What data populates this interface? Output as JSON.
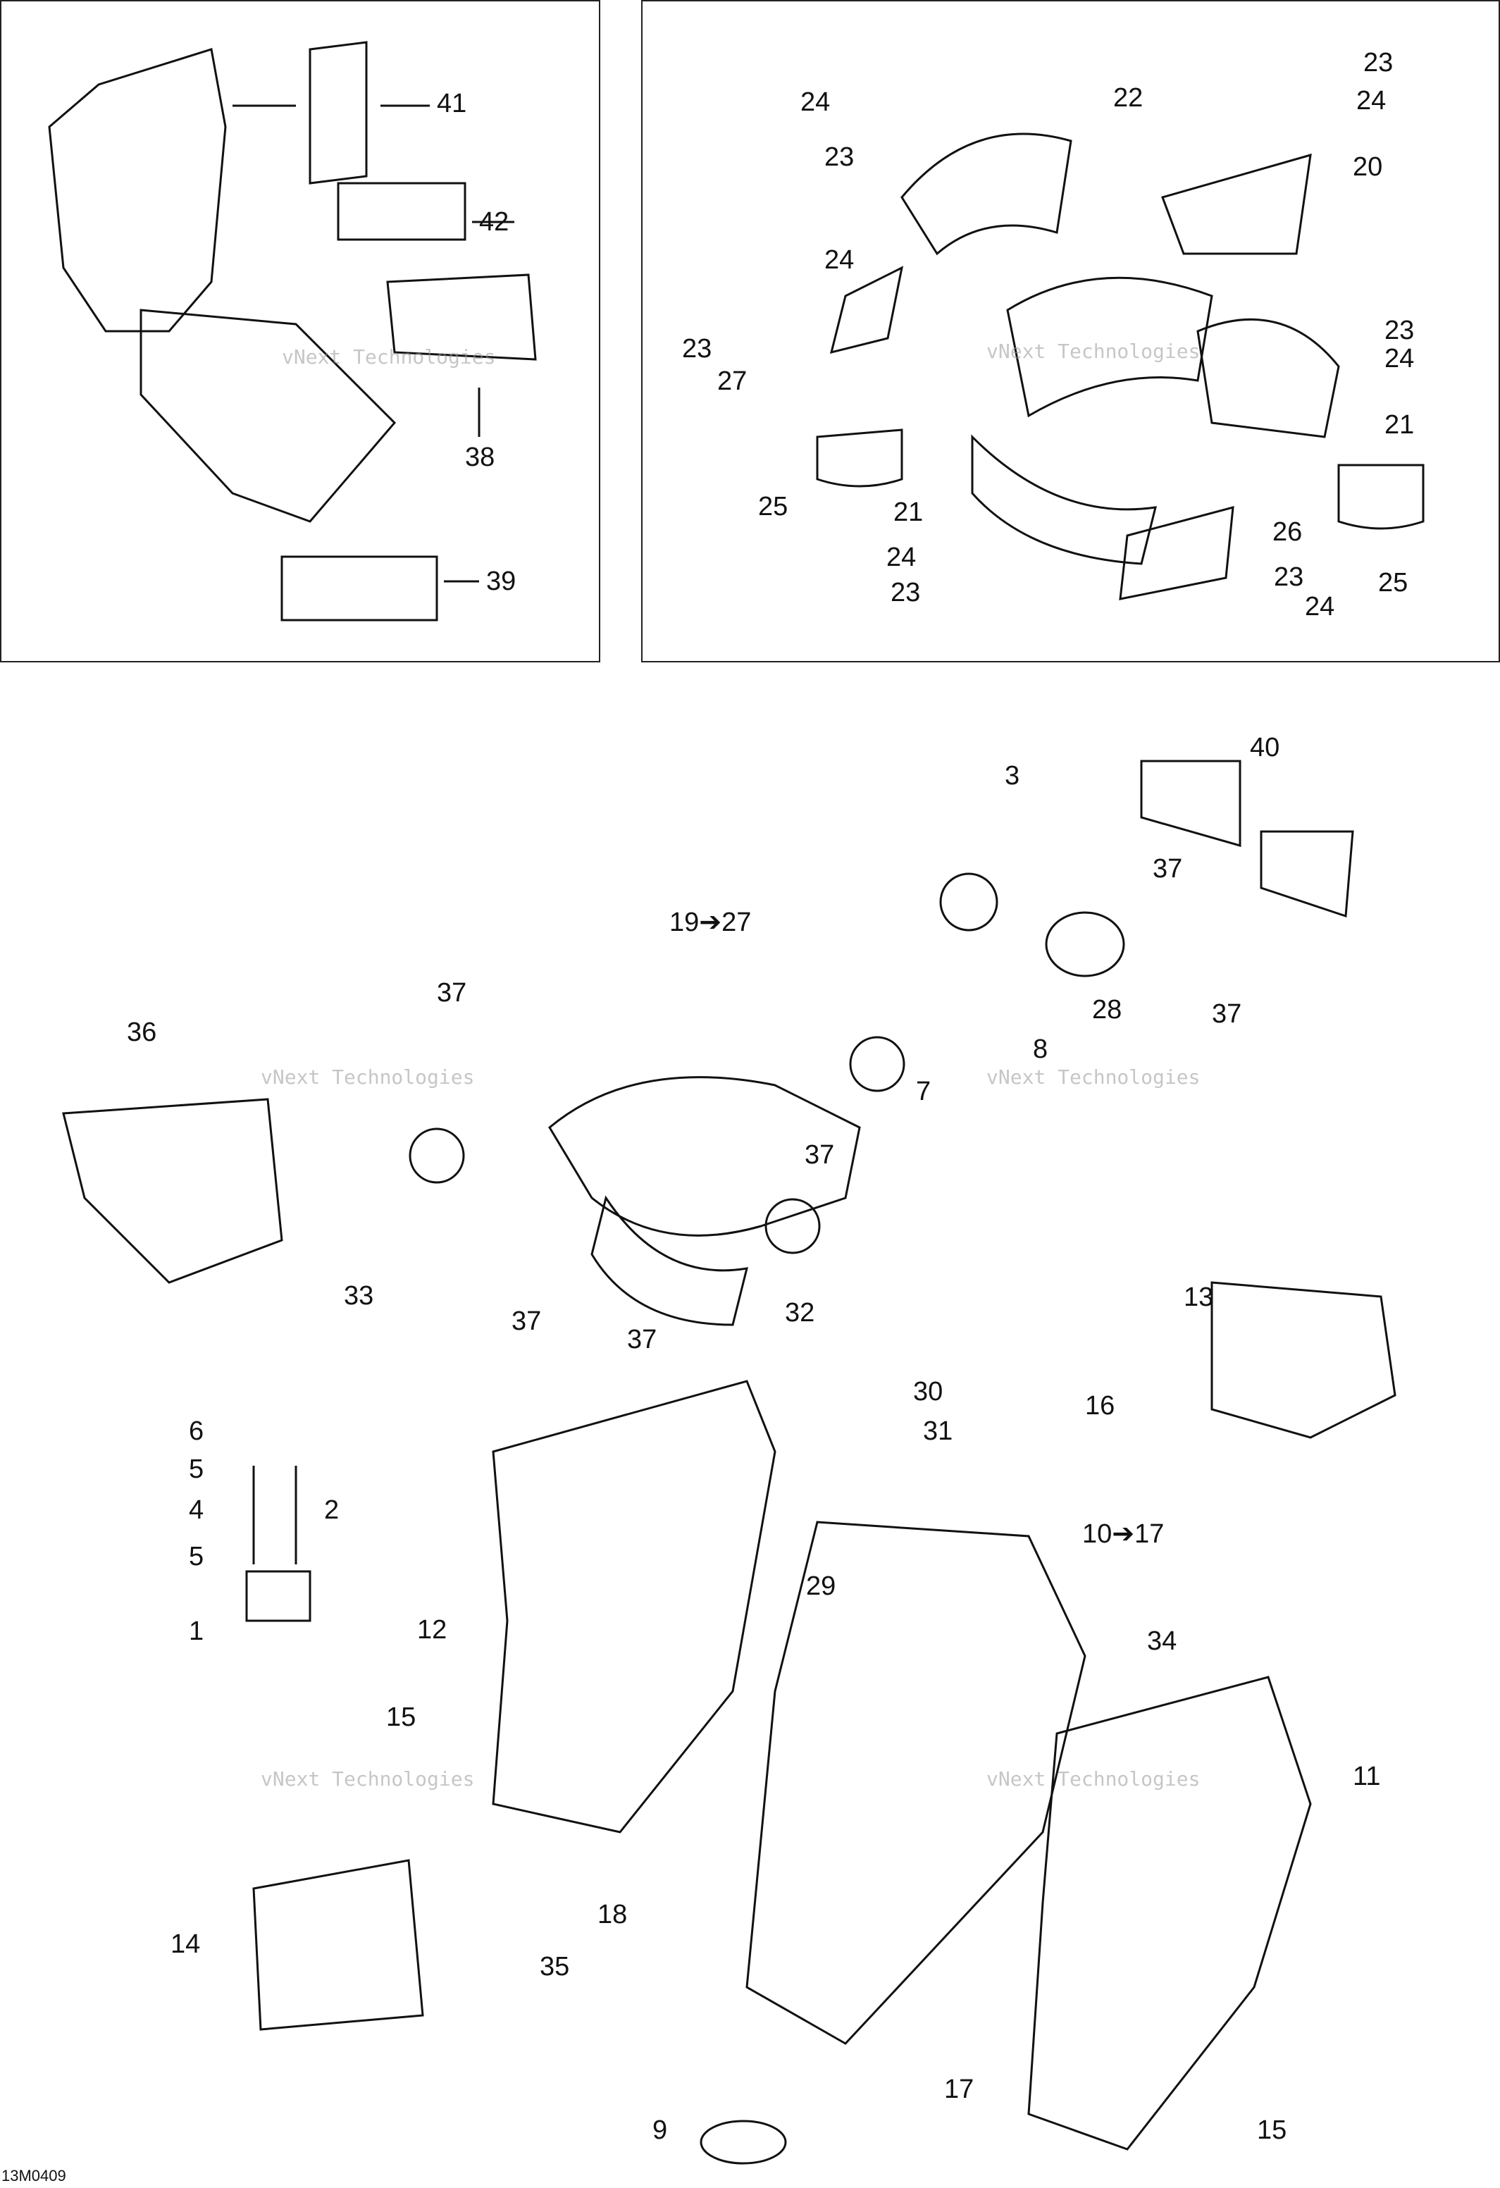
{
  "drawing_code": "13M0409",
  "watermark": {
    "company": "vNext Technologies",
    "line1": "vNext",
    "line2": "Technologies"
  },
  "callouts": {
    "c1": "1",
    "c2": "2",
    "c3": "3",
    "c4": "4",
    "c5a": "5",
    "c5b": "5",
    "c6": "6",
    "c7": "7",
    "c8": "8",
    "c9": "9",
    "c10_17": "10➔17",
    "c11": "11",
    "c12": "12",
    "c13": "13",
    "c14": "14",
    "c15a": "15",
    "c15b": "15",
    "c16": "16",
    "c17": "17",
    "c18": "18",
    "c19_27": "19➔27",
    "c20": "20",
    "c21a": "21",
    "c21b": "21",
    "c22": "22",
    "c23a": "23",
    "c23b": "23",
    "c23c": "23",
    "c23d": "23",
    "c23e": "23",
    "c23f": "23",
    "c24a": "24",
    "c24b": "24",
    "c24c": "24",
    "c24d": "24",
    "c24e": "24",
    "c24f": "24",
    "c25a": "25",
    "c25b": "25",
    "c26": "26",
    "c27": "27",
    "c28": "28",
    "c29": "29",
    "c30": "30",
    "c31": "31",
    "c32": "32",
    "c33": "33",
    "c34": "34",
    "c35": "35",
    "c36": "36",
    "c37a": "37",
    "c37b": "37",
    "c37c": "37",
    "c37d": "37",
    "c37e": "37",
    "c37f": "37",
    "c38": "38",
    "c39": "39",
    "c40": "40",
    "c41": "41",
    "c42": "42"
  }
}
